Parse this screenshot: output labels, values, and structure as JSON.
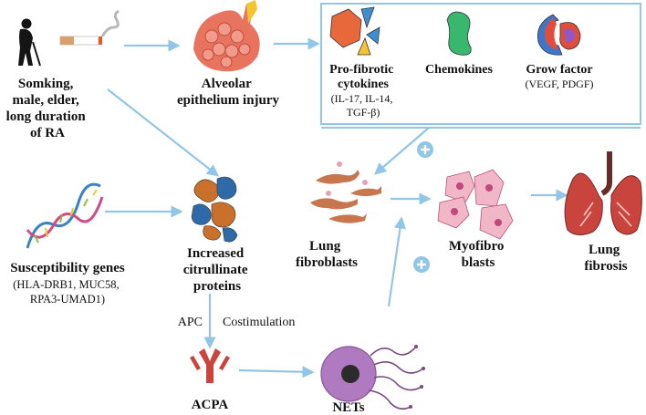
{
  "colors": {
    "arrow": "#92c6e6",
    "box_border": "#92c6e6",
    "plus_circle": "#92c6e6",
    "text": "#111111",
    "cigarette_body": "#ffffff",
    "cigarette_filter": "#d9a06b",
    "alveoli": "#e8745f",
    "protein_orange": "#c9702a",
    "protein_blue": "#2f6aa8",
    "dna_blue": "#3b82c4",
    "dna_pink": "#d14b83",
    "fibroblast": "#c8764e",
    "myofibroblast": "#f2b6c9",
    "lungs": "#c9443c",
    "acpa": "#c9443c",
    "net_cell": "#b07ac0",
    "net_nucleus": "#2b2b2b",
    "cytokine_orange": "#e8683b",
    "cytokine_blue": "#3e8fd1",
    "chemokine_green": "#37b86e",
    "growth_blue": "#3e76c9",
    "growth_red": "#e24d3b",
    "growth_purple": "#8e58c7"
  },
  "icons": {
    "elder": "elderly-person-icon",
    "cigarette": "cigarette-icon",
    "alveoli": "alveolar-epithelium-icon",
    "cytokines": "cytokine-shapes-icon",
    "chemokines": "chemokine-shape-icon",
    "growth": "growth-factor-shape-icon",
    "dna": "dna-helix-icon",
    "protein": "citrullinated-protein-icon",
    "fibroblast": "lung-fibroblast-cells-icon",
    "myofibroblast": "myofibroblast-cells-icon",
    "lungs": "fibrotic-lungs-icon",
    "antibody": "antibody-icon",
    "net": "neutrophil-extracellular-trap-icon",
    "plus": "plus-circle-icon"
  },
  "labels": {
    "risk": [
      "Somking,",
      "male, elder,",
      "long duration",
      "of RA"
    ],
    "alveolar": [
      "Alveolar",
      "epithelium injury"
    ],
    "profibrotic": [
      "Pro-fibrotic",
      "cytokines"
    ],
    "profibrotic_sub": [
      "(IL-17, IL-14,",
      "TGF-β)"
    ],
    "chemokines": "Chemokines",
    "grow_factor": "Grow factor",
    "grow_factor_sub": "(VEGF, PDGF)",
    "susceptibility": "Susceptibility genes",
    "susceptibility_sub": [
      "(HLA-DRB1, MUC58,",
      "RPA3-UMAD1)"
    ],
    "citrullinate": [
      "Increased",
      "citrullinate",
      "proteins"
    ],
    "lung_fibroblasts": [
      "Lung",
      "fibroblasts"
    ],
    "myofibroblasts": [
      "Myofibro",
      "blasts"
    ],
    "lung_fibrosis": [
      "Lung",
      "fibrosis"
    ],
    "apc": "APC",
    "costimulation": "Costimulation",
    "acpa": "ACPA",
    "nets": "NETs"
  }
}
